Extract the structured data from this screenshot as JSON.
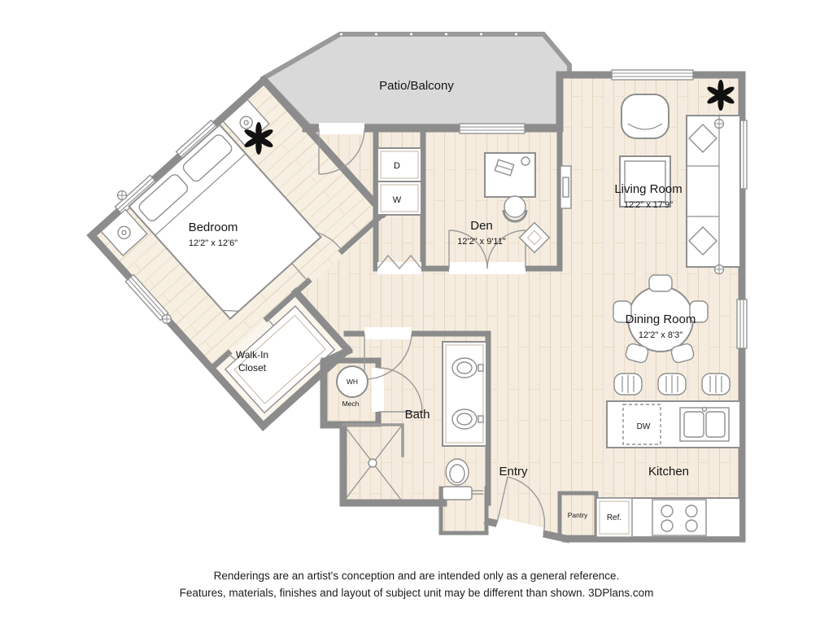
{
  "page": {
    "background": "#ffffff"
  },
  "plan": {
    "patio": {
      "label": "Patio/Balcony"
    },
    "bedroom": {
      "label": "Bedroom",
      "dims": "12'2\" x 12'6\""
    },
    "walk_in_closet": {
      "label_line1": "Walk-In",
      "label_line2": "Closet"
    },
    "den": {
      "label": "Den",
      "dims": "12'2\" x 9'11\""
    },
    "living_room": {
      "label": "Living Room",
      "dims": "12'2\" x 17'9\""
    },
    "dining_room": {
      "label": "Dining Room",
      "dims": "12'2\" x 8'3\""
    },
    "kitchen": {
      "label": "Kitchen"
    },
    "bath": {
      "label": "Bath"
    },
    "entry": {
      "label": "Entry"
    },
    "fixtures": {
      "dryer": "D",
      "washer": "W",
      "water_heater": "WH",
      "mech": "Mech",
      "dishwasher": "DW",
      "refrigerator": "Ref.",
      "pantry": "Pantry"
    }
  },
  "footer": {
    "line1": "Renderings are an artist's conception and are intended only as a general reference.",
    "line2": "Features, materials, finishes and layout of subject unit may be different than shown. 3DPlans.com"
  },
  "colors": {
    "wall": "#8c8c8c",
    "floor": "#f5ecdf",
    "floor_line": "#e2d4bd",
    "patio": "#d9d9d9",
    "plant": "#111111"
  },
  "icons": {
    "plant": "plant-icon",
    "wall_sconce": "wall-sconce-icon"
  }
}
